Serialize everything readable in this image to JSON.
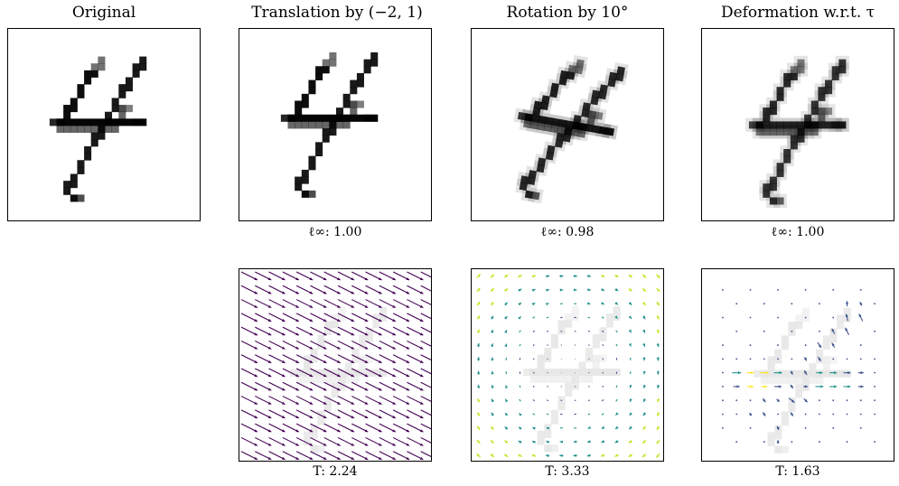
{
  "titles": {
    "original": "Original",
    "translation": "Translation by (−2, 1)",
    "rotation": "Rotation by 10°",
    "deformation": "Deformation w.r.t. τ"
  },
  "captions": {
    "translation_linf": "ℓ∞: 1.00",
    "rotation_linf": "ℓ∞: 0.98",
    "deformation_linf": "ℓ∞: 1.00",
    "translation_T": "T: 2.24",
    "rotation_T": "T: 3.33",
    "deformation_T": "T: 1.63"
  },
  "colors": {
    "digit_dark": "#000000",
    "digit_faint": "#e6e6e6",
    "field_translation": "#440154",
    "field_rotation_inner": "#3b528b",
    "field_rotation_mid": "#21918c",
    "field_rotation_outer": "#c8e020",
    "field_deform_low": "#3b528b",
    "field_deform_mid": "#21918c",
    "field_deform_high": "#fde725"
  }
}
